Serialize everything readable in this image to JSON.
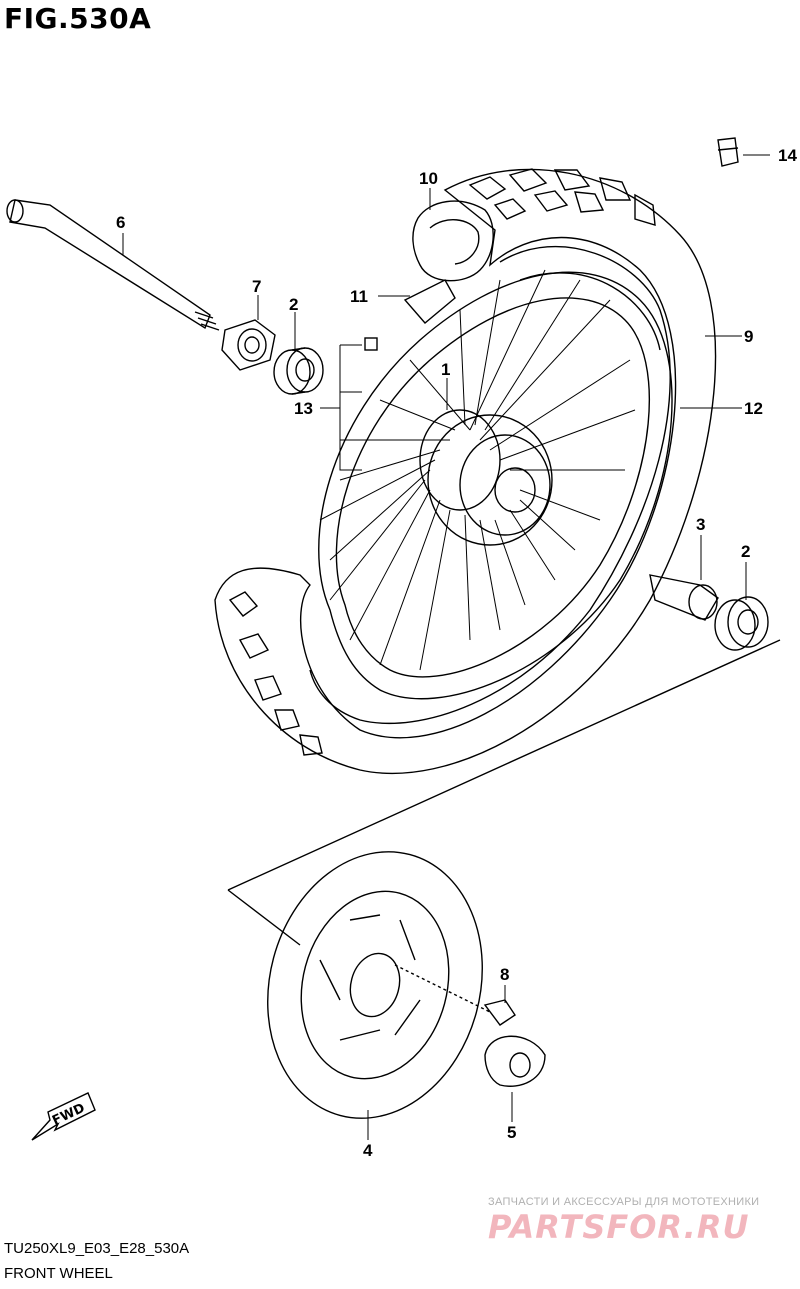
{
  "figure": {
    "title": "FIG.530A"
  },
  "callouts": [
    {
      "id": "c1",
      "num": "1"
    },
    {
      "id": "c2a",
      "num": "2"
    },
    {
      "id": "c2b",
      "num": "2"
    },
    {
      "id": "c3",
      "num": "3"
    },
    {
      "id": "c4",
      "num": "4"
    },
    {
      "id": "c5",
      "num": "5"
    },
    {
      "id": "c6",
      "num": "6"
    },
    {
      "id": "c7",
      "num": "7"
    },
    {
      "id": "c8",
      "num": "8"
    },
    {
      "id": "c9",
      "num": "9"
    },
    {
      "id": "c10",
      "num": "10"
    },
    {
      "id": "c11",
      "num": "11"
    },
    {
      "id": "c12",
      "num": "12"
    },
    {
      "id": "c13",
      "num": "13"
    },
    {
      "id": "c14",
      "num": "14"
    }
  ],
  "fwd_label": "FWD",
  "footer": {
    "model_code": "TU250XL9_E03_E28_530A",
    "section_name": "FRONT WHEEL"
  },
  "watermark": {
    "tagline": "ЗАПЧАСТИ И АКСЕССУАРЫ ДЛЯ МОТОТЕХНИКИ",
    "logo": "PARTSFOR.RU"
  }
}
